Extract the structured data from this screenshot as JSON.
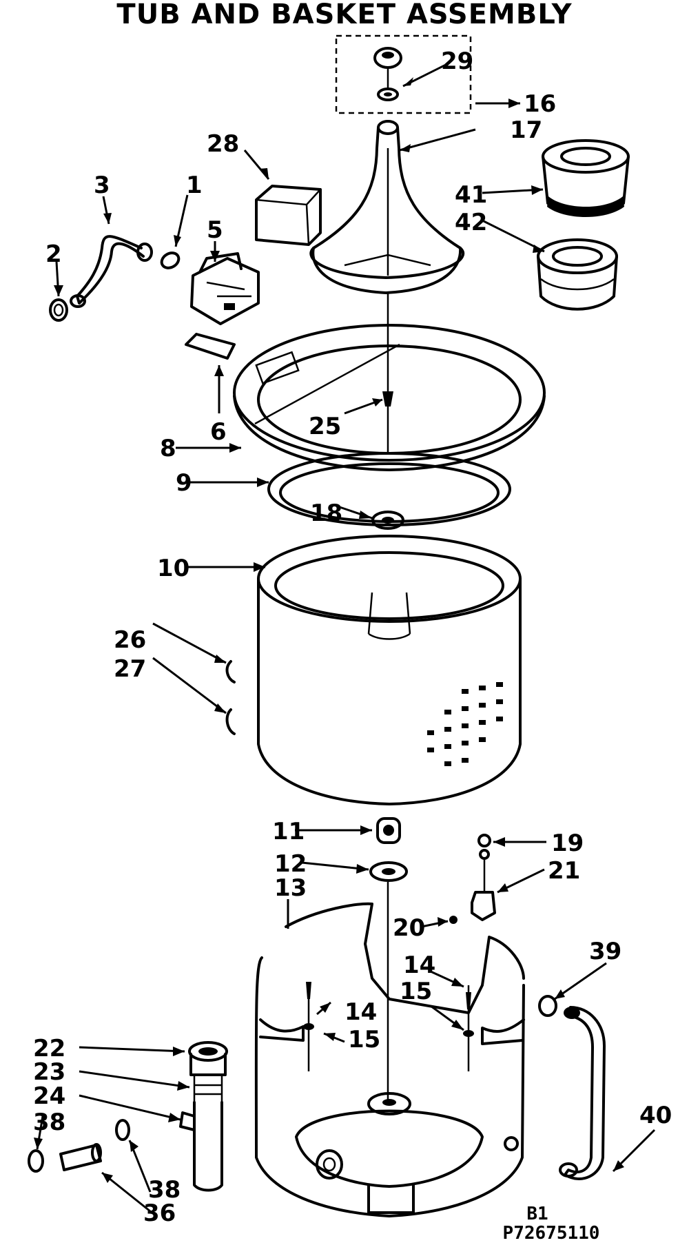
{
  "title": "TUB AND BASKET ASSEMBLY",
  "footer": {
    "line1": "B1",
    "line2": "P72675110"
  },
  "callouts": [
    {
      "id": "29",
      "label": "29"
    },
    {
      "id": "16",
      "label": "16"
    },
    {
      "id": "17",
      "label": "17"
    },
    {
      "id": "28",
      "label": "28"
    },
    {
      "id": "41",
      "label": "41"
    },
    {
      "id": "42",
      "label": "42"
    },
    {
      "id": "3",
      "label": "3"
    },
    {
      "id": "1",
      "label": "1"
    },
    {
      "id": "5",
      "label": "5"
    },
    {
      "id": "2",
      "label": "2"
    },
    {
      "id": "6",
      "label": "6"
    },
    {
      "id": "25",
      "label": "25"
    },
    {
      "id": "8",
      "label": "8"
    },
    {
      "id": "9",
      "label": "9"
    },
    {
      "id": "18",
      "label": "18"
    },
    {
      "id": "10",
      "label": "10"
    },
    {
      "id": "26",
      "label": "26"
    },
    {
      "id": "27",
      "label": "27"
    },
    {
      "id": "11",
      "label": "11"
    },
    {
      "id": "19",
      "label": "19"
    },
    {
      "id": "12",
      "label": "12"
    },
    {
      "id": "21",
      "label": "21"
    },
    {
      "id": "13",
      "label": "13"
    },
    {
      "id": "20",
      "label": "20"
    },
    {
      "id": "14a",
      "label": "14"
    },
    {
      "id": "15a",
      "label": "15"
    },
    {
      "id": "39",
      "label": "39"
    },
    {
      "id": "14b",
      "label": "14"
    },
    {
      "id": "15b",
      "label": "15"
    },
    {
      "id": "22",
      "label": "22"
    },
    {
      "id": "23",
      "label": "23"
    },
    {
      "id": "24",
      "label": "24"
    },
    {
      "id": "38a",
      "label": "38"
    },
    {
      "id": "40",
      "label": "40"
    },
    {
      "id": "38b",
      "label": "38"
    },
    {
      "id": "36",
      "label": "36"
    }
  ]
}
